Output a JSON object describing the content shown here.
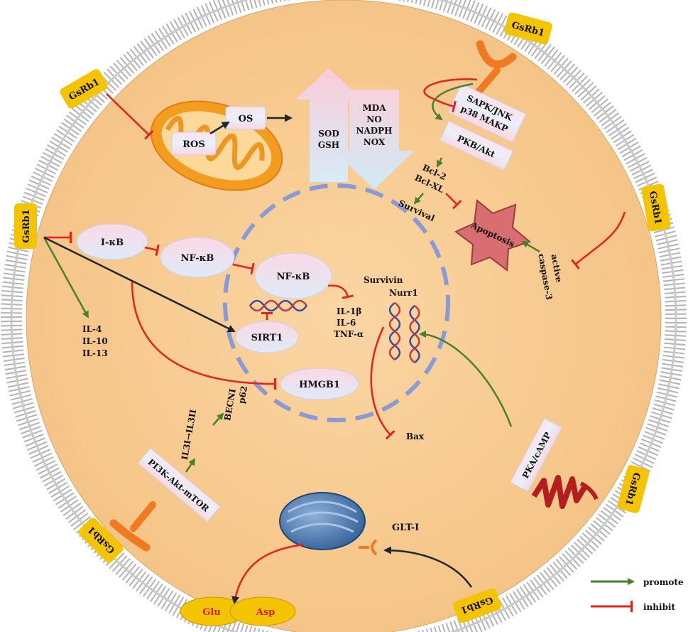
{
  "diagram": {
    "gsrb1_label": "GsRb1",
    "mito": {
      "ros": "ROS",
      "os": "OS"
    },
    "up_arrow": {
      "line1": "SOD",
      "line2": "GSH"
    },
    "down_arrow": {
      "line1": "MDA",
      "line2": "NO",
      "line3": "NADPH",
      "line4": "NOX"
    },
    "kinase": {
      "sapk": "SAPK/JNK",
      "p38": "p38 MAKP",
      "pkb": "PKB/Akt"
    },
    "bcl": {
      "bcl2": "Bcl-2",
      "bclxl": "Bcl-XL"
    },
    "survival": "Survival",
    "apoptosis": "Apoptosis",
    "caspase": {
      "line1": "active",
      "line2": "caspase-3"
    },
    "ikb": "I-κB",
    "nfkb_cyto": "NF-κB",
    "nfkb_nuc": "NF-κB",
    "sirt1": "SIRT1",
    "hmgb1": "HMGB1",
    "interleukins": [
      "IL-4",
      "IL-10",
      "IL-13"
    ],
    "cytokines": [
      "IL-1β",
      "IL-6",
      "TNF-α"
    ],
    "survivin": "Survivin",
    "nurr1": "Nurr1",
    "bax": "Bax",
    "autophagy": {
      "p62": "p62",
      "becn": "BECNI",
      "lc3": "IL3I→IL3II"
    },
    "pi3k": "PI3K-Akt-mTOR",
    "pka": "PKA/cAMP",
    "glt": "GLT-I",
    "glu": "Glu",
    "asp": "Asp",
    "legend": {
      "promote": "promote",
      "inhibit": "inhibit"
    },
    "colors": {
      "promote": "#4a7f2e",
      "inhibit": "#e8201e",
      "dark_arrow": "#1c2733",
      "cytoplasm": "#f7c98d",
      "badge": "#f5c400",
      "receptor": "#f07a22",
      "nucleus_border": "#8a9ad6"
    },
    "icons": [
      "mitochondrion-icon",
      "golgi-icon",
      "dna-icon",
      "receptor-icon",
      "gpcr-icon",
      "apoptosis-star-icon"
    ]
  }
}
